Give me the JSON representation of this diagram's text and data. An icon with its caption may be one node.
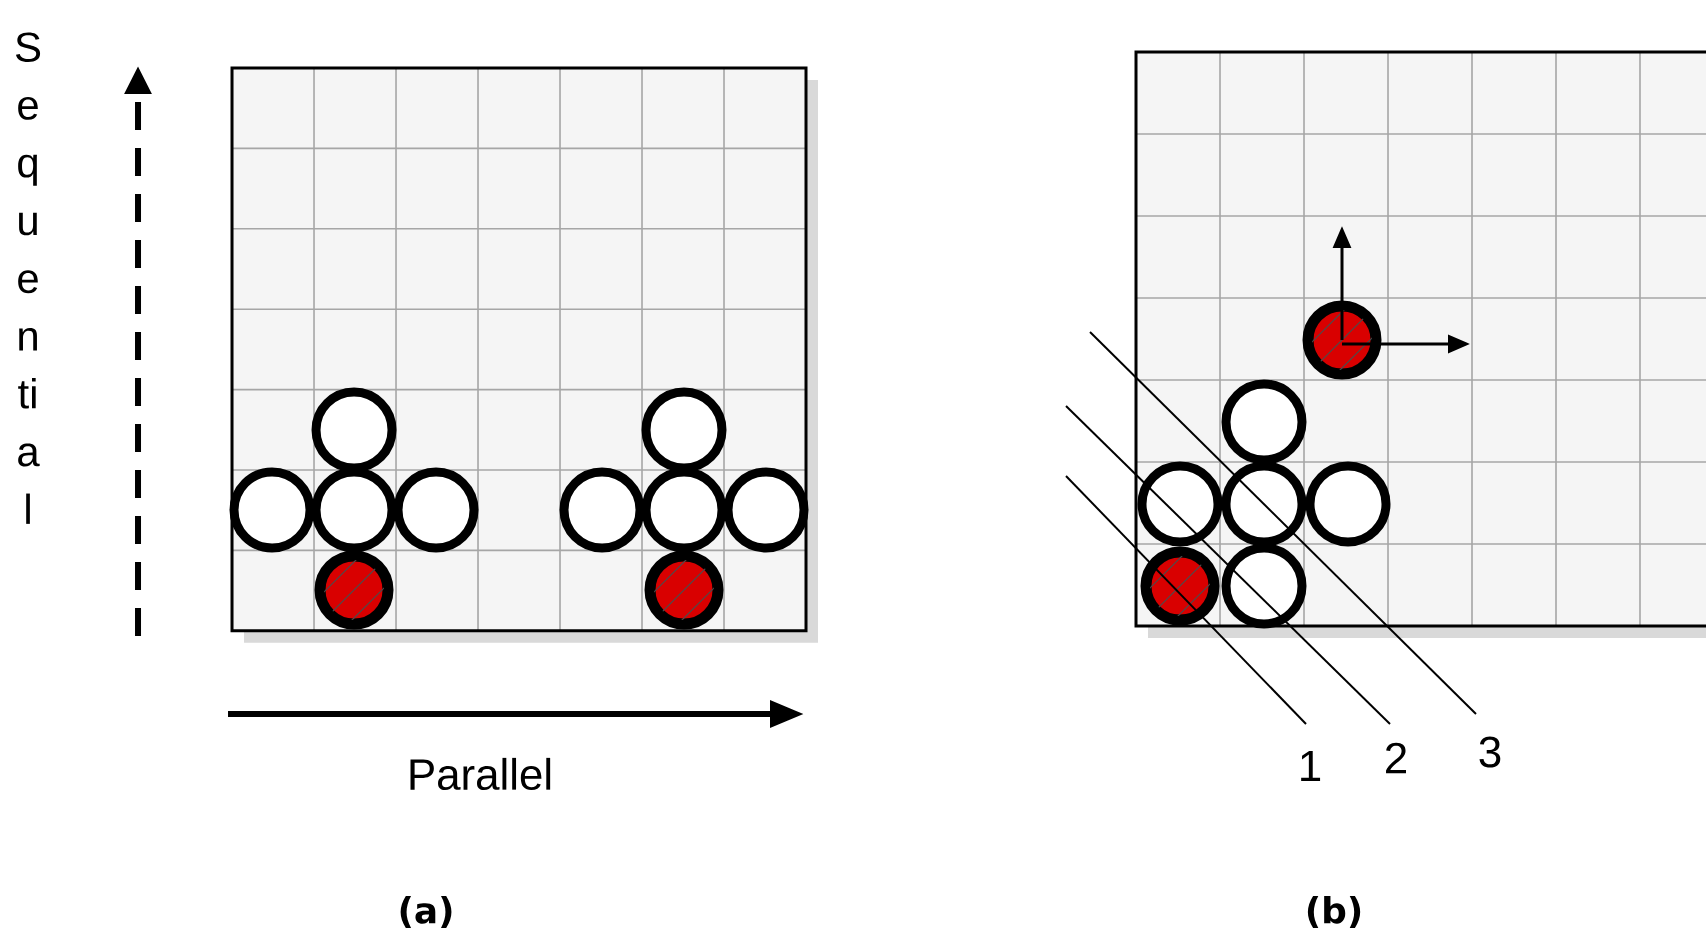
{
  "diagram": {
    "labels": [
      "Sequential",
      "Parallel",
      "1",
      "2",
      "3",
      "(a)",
      "(b)"
    ]
  }
}
